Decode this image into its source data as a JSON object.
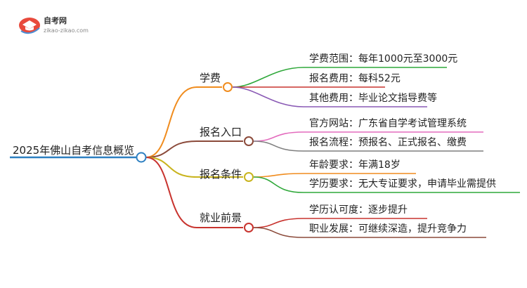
{
  "logo": {
    "title": "自考网",
    "subtitle": "zikao-zikao.com"
  },
  "mindmap": {
    "root": "2025年佛山自考信息概览",
    "branches": [
      {
        "label": "学费",
        "color": "#f08c1e",
        "leaves": [
          {
            "text": "学费范围：每年1000元至3000元",
            "color": "#2fa83a"
          },
          {
            "text": "报名费用：每科52元",
            "color": "#c8332e"
          },
          {
            "text": "其他费用：毕业论文指导费等",
            "color": "#8a5ab5"
          }
        ]
      },
      {
        "label": "报名入口",
        "color": "#8b4a3a",
        "leaves": [
          {
            "text": "官方网站：广东省自学考试管理系统",
            "color": "#e36bbd"
          },
          {
            "text": "报名流程：预报名、正式报名、缴费",
            "color": "#7f7f7f"
          }
        ]
      },
      {
        "label": "报名条件",
        "color": "#c9b41e",
        "leaves": [
          {
            "text": "年龄要求：年满18岁",
            "color": "#f08c1e"
          },
          {
            "text": "学历要求：无大专证要求，申请毕业需提供",
            "color": "#2fa83a"
          }
        ]
      },
      {
        "label": "就业前景",
        "color": "#c8332e",
        "leaves": [
          {
            "text": "学历认可度：逐步提升",
            "color": "#c8332e"
          },
          {
            "text": "职业发展：可继续深造，提升竞争力",
            "color": "#8b4a3a"
          }
        ]
      }
    ],
    "root_color": "#2c7fc1"
  }
}
